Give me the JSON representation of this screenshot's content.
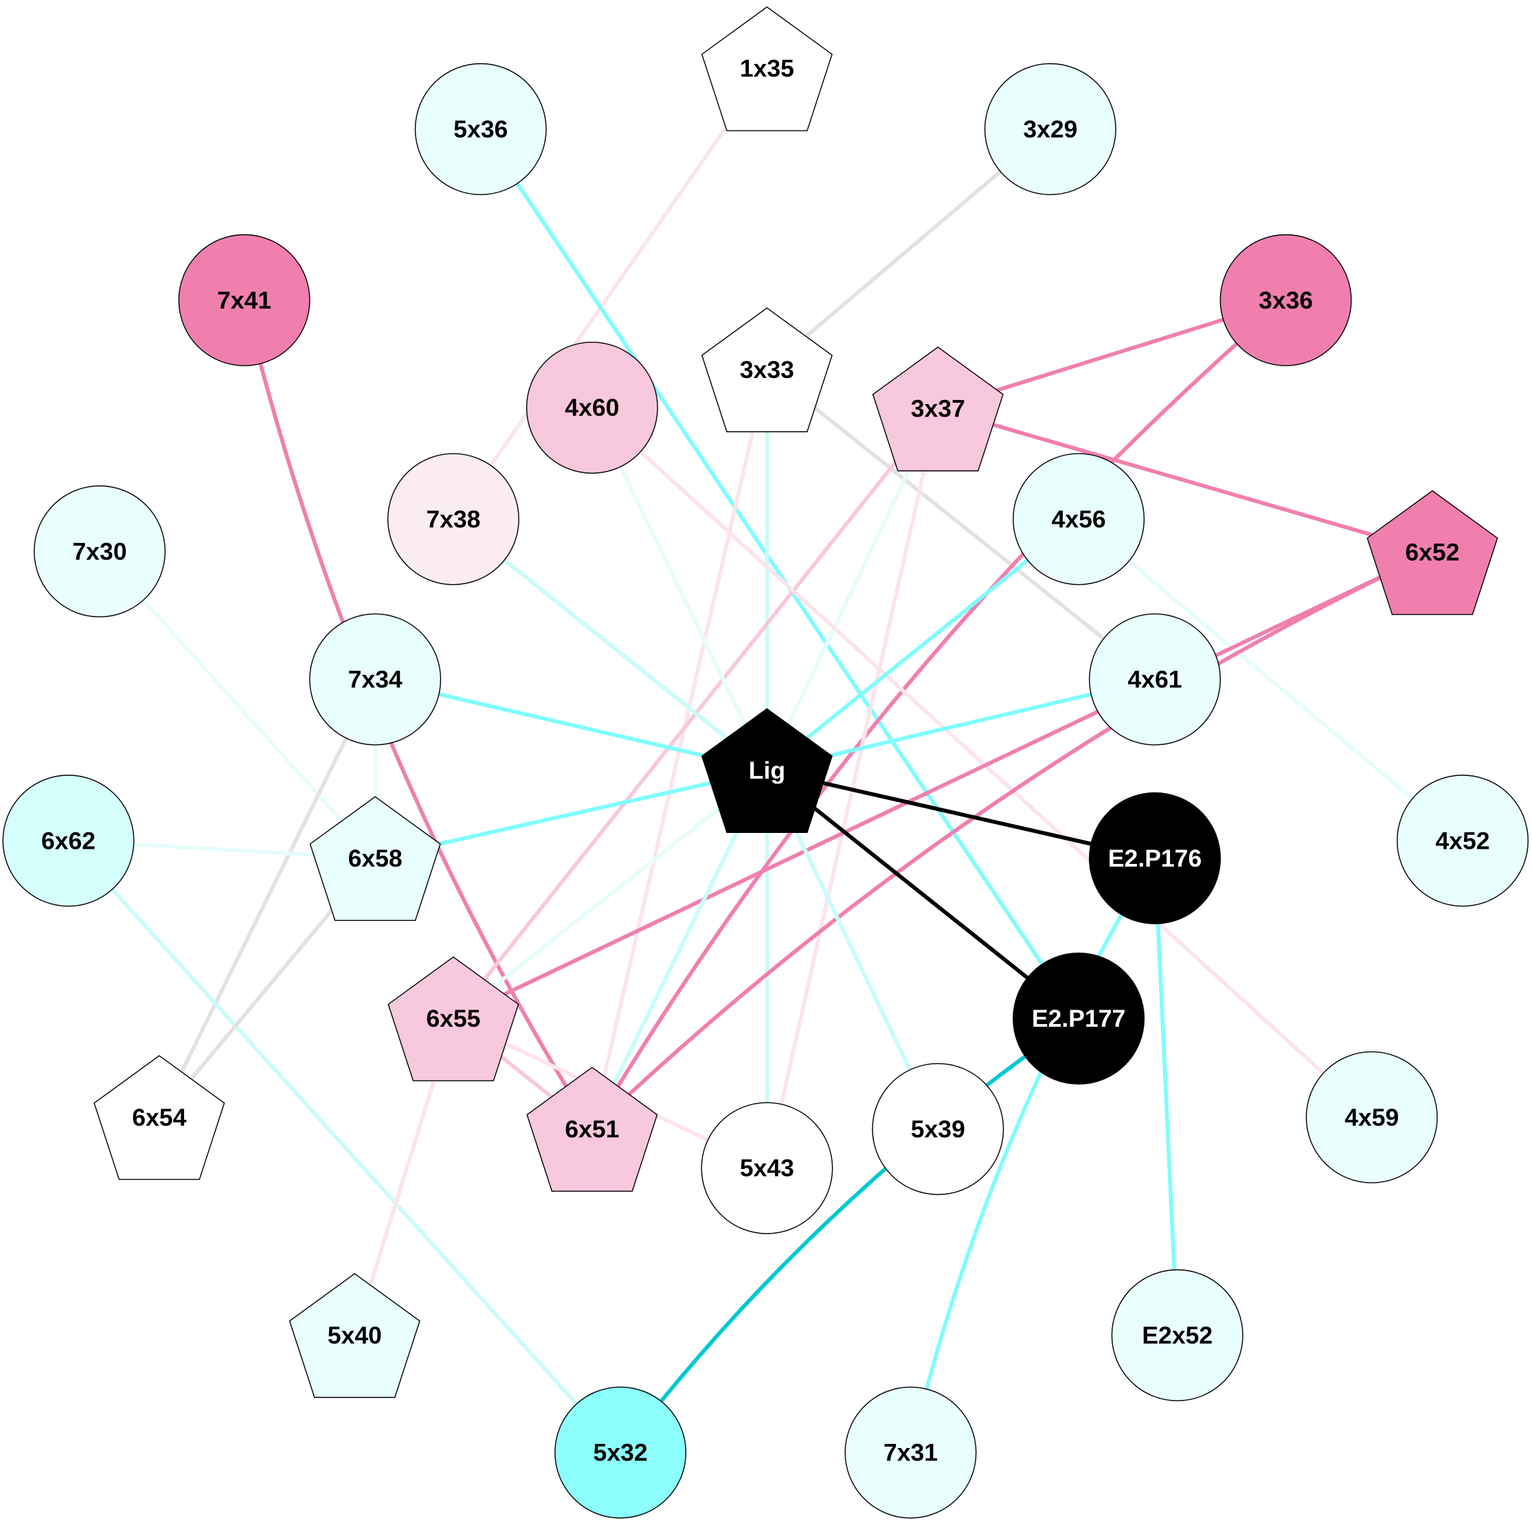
{
  "colors": {
    "pink_strong": "#f07fae",
    "pink_mid": "#f8c8dc",
    "pink_light": "#fbe9f1",
    "pink_faint": "#fce4ec",
    "cyan_strong": "#80fcfc",
    "cyan_light": "#c8fcfa",
    "cyan_faint": "#e6fdfc",
    "cyan_dark": "#00c8d0",
    "grey": "#e2e2e2",
    "black": "#000000",
    "white": "#ffffff"
  },
  "nodes": [
    {
      "id": "1x35",
      "shape": "pentagon",
      "fill": "#ffffff",
      "text": "#000000"
    },
    {
      "id": "5x36",
      "shape": "circle",
      "fill": "#e8fffd",
      "text": "#000000"
    },
    {
      "id": "3x29",
      "shape": "circle",
      "fill": "#e8fffd",
      "text": "#000000"
    },
    {
      "id": "7x41",
      "shape": "circle",
      "fill": "#f07fae",
      "text": "#000000"
    },
    {
      "id": "3x36",
      "shape": "circle",
      "fill": "#f07fae",
      "text": "#000000"
    },
    {
      "id": "3x33",
      "shape": "pentagon",
      "fill": "#ffffff",
      "text": "#000000"
    },
    {
      "id": "4x60",
      "shape": "circle",
      "fill": "#f8c8dc",
      "text": "#000000"
    },
    {
      "id": "3x37",
      "shape": "pentagon",
      "fill": "#f8c8dc",
      "text": "#000000"
    },
    {
      "id": "7x38",
      "shape": "circle",
      "fill": "#fbecf2",
      "text": "#000000"
    },
    {
      "id": "4x56",
      "shape": "circle",
      "fill": "#e8fffd",
      "text": "#000000"
    },
    {
      "id": "7x30",
      "shape": "circle",
      "fill": "#e8fffd",
      "text": "#000000"
    },
    {
      "id": "6x52",
      "shape": "pentagon",
      "fill": "#f07fae",
      "text": "#000000"
    },
    {
      "id": "7x34",
      "shape": "circle",
      "fill": "#e8fffd",
      "text": "#000000"
    },
    {
      "id": "4x61",
      "shape": "circle",
      "fill": "#e8fffd",
      "text": "#000000"
    },
    {
      "id": "Lig",
      "shape": "pentagon",
      "fill": "#000000",
      "text": "#ffffff"
    },
    {
      "id": "6x62",
      "shape": "circle",
      "fill": "#d5fffd",
      "text": "#000000"
    },
    {
      "id": "6x58",
      "shape": "pentagon",
      "fill": "#e8fffd",
      "text": "#000000"
    },
    {
      "id": "E2.P176",
      "shape": "circle",
      "fill": "#000000",
      "text": "#ffffff"
    },
    {
      "id": "4x52",
      "shape": "circle",
      "fill": "#e8fffd",
      "text": "#000000"
    },
    {
      "id": "6x55",
      "shape": "pentagon",
      "fill": "#f8c8dc",
      "text": "#000000"
    },
    {
      "id": "E2.P177",
      "shape": "circle",
      "fill": "#000000",
      "text": "#ffffff"
    },
    {
      "id": "6x54",
      "shape": "pentagon",
      "fill": "#ffffff",
      "text": "#000000"
    },
    {
      "id": "4x59",
      "shape": "circle",
      "fill": "#e8fffd",
      "text": "#000000"
    },
    {
      "id": "6x51",
      "shape": "pentagon",
      "fill": "#f8c8dc",
      "text": "#000000"
    },
    {
      "id": "5x39",
      "shape": "circle",
      "fill": "#ffffff",
      "text": "#000000"
    },
    {
      "id": "5x43",
      "shape": "circle",
      "fill": "#ffffff",
      "text": "#000000"
    },
    {
      "id": "5x40",
      "shape": "pentagon",
      "fill": "#e8fffd",
      "text": "#000000"
    },
    {
      "id": "E2x52",
      "shape": "circle",
      "fill": "#e8fffd",
      "text": "#000000"
    },
    {
      "id": "5x32",
      "shape": "circle",
      "fill": "#8cfffd",
      "text": "#000000"
    },
    {
      "id": "7x31",
      "shape": "circle",
      "fill": "#e8fffd",
      "text": "#000000"
    }
  ],
  "edges": [
    {
      "a": "1x35",
      "b": "7x38",
      "color": "#fce4ec"
    },
    {
      "a": "5x36",
      "b": "E2.P177",
      "color": "#80fcfc"
    },
    {
      "a": "3x29",
      "b": "3x33",
      "color": "#e2e2e2"
    },
    {
      "a": "3x33",
      "b": "4x61",
      "color": "#e2e2e2"
    },
    {
      "a": "3x33",
      "b": "5x43",
      "color": "#c8fcfa"
    },
    {
      "a": "3x33",
      "b": "6x51",
      "color": "#fce4ec"
    },
    {
      "a": "7x41",
      "b": "6x51",
      "color": "#f07fae",
      "curve": true
    },
    {
      "a": "3x36",
      "b": "3x37",
      "color": "#f07fae"
    },
    {
      "a": "3x36",
      "b": "6x51",
      "color": "#f07fae",
      "curve": true
    },
    {
      "a": "3x37",
      "b": "6x52",
      "color": "#f07fae"
    },
    {
      "a": "3x37",
      "b": "6x55",
      "color": "#f8c8dc"
    },
    {
      "a": "3x37",
      "b": "5x43",
      "color": "#fce4ec"
    },
    {
      "a": "3x37",
      "b": "Lig",
      "color": "#e6fdfc"
    },
    {
      "a": "4x60",
      "b": "Lig",
      "color": "#e6fdfc"
    },
    {
      "a": "4x60",
      "b": "4x59",
      "color": "#fce4ec"
    },
    {
      "a": "7x38",
      "b": "Lig",
      "color": "#c8fcfa"
    },
    {
      "a": "4x56",
      "b": "Lig",
      "color": "#80fcfc"
    },
    {
      "a": "4x56",
      "b": "4x52",
      "color": "#e6fdfc"
    },
    {
      "a": "7x30",
      "b": "6x58",
      "color": "#e6fdfc"
    },
    {
      "a": "6x52",
      "b": "6x55",
      "color": "#f07fae"
    },
    {
      "a": "6x52",
      "b": "6x51",
      "color": "#f07fae",
      "curve": true
    },
    {
      "a": "7x34",
      "b": "Lig",
      "color": "#80fcfc"
    },
    {
      "a": "7x34",
      "b": "6x54",
      "color": "#e2e2e2"
    },
    {
      "a": "7x34",
      "b": "6x58",
      "color": "#e6fdfc"
    },
    {
      "a": "4x61",
      "b": "Lig",
      "color": "#80fcfc"
    },
    {
      "a": "Lig",
      "b": "6x58",
      "color": "#80fcfc"
    },
    {
      "a": "Lig",
      "b": "E2.P176",
      "color": "#000000"
    },
    {
      "a": "Lig",
      "b": "E2.P177",
      "color": "#000000"
    },
    {
      "a": "Lig",
      "b": "5x39",
      "color": "#c8fcfa"
    },
    {
      "a": "Lig",
      "b": "6x55",
      "color": "#e6fdfc"
    },
    {
      "a": "Lig",
      "b": "6x51",
      "color": "#c8fcfa"
    },
    {
      "a": "6x62",
      "b": "6x58",
      "color": "#e6fdfc"
    },
    {
      "a": "6x62",
      "b": "5x32",
      "color": "#c8fcfa"
    },
    {
      "a": "6x58",
      "b": "6x54",
      "color": "#e2e2e2"
    },
    {
      "a": "E2.P176",
      "b": "E2x52",
      "color": "#80fcfc"
    },
    {
      "a": "E2.P176",
      "b": "7x31",
      "color": "#80fcfc",
      "curve": true
    },
    {
      "a": "E2.P177",
      "b": "5x32",
      "color": "#00c8d0",
      "curve": true
    },
    {
      "a": "6x55",
      "b": "6x51",
      "color": "#f8c8dc"
    },
    {
      "a": "6x55",
      "b": "5x43",
      "color": "#fce4ec"
    },
    {
      "a": "6x55",
      "b": "5x40",
      "color": "#fce4ec"
    }
  ]
}
